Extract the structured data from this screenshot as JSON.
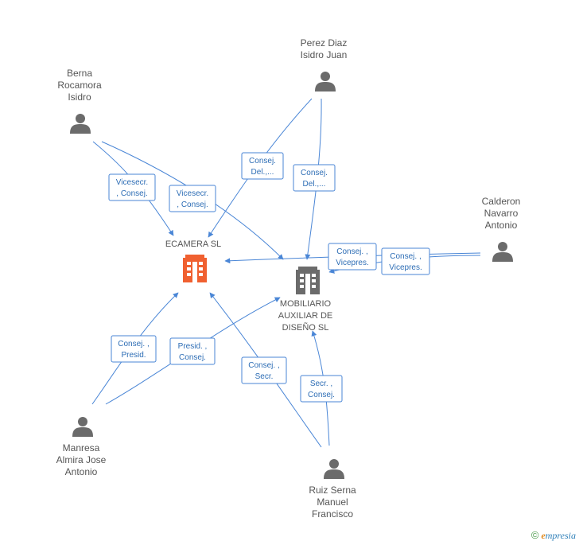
{
  "colors": {
    "edge": "#4a86d6",
    "person_icon": "#6b6b6b",
    "company_main": "#f06030",
    "company_other": "#6b6b6b",
    "label": "#555555"
  },
  "persons": [
    {
      "id": "berna",
      "lines": [
        "Berna",
        "Rocamora",
        "Isidro"
      ],
      "icon": "person-icon"
    },
    {
      "id": "perez",
      "lines": [
        "Perez Diaz",
        "Isidro Juan"
      ],
      "icon": "person-icon"
    },
    {
      "id": "calderon",
      "lines": [
        "Calderon",
        "Navarro",
        "Antonio"
      ],
      "icon": "person-icon"
    },
    {
      "id": "manresa",
      "lines": [
        "Manresa",
        "Almira Jose",
        "Antonio"
      ],
      "icon": "person-icon"
    },
    {
      "id": "ruiz",
      "lines": [
        "Ruiz Serna",
        "Manuel",
        "Francisco"
      ],
      "icon": "person-icon"
    }
  ],
  "companies": [
    {
      "id": "ecamera",
      "lines": [
        "ECAMERA SL"
      ],
      "icon": "building-icon",
      "highlight": true
    },
    {
      "id": "mobiliario",
      "lines": [
        "MOBILIARIO",
        "AUXILIAR DE",
        "DISEÑO SL"
      ],
      "icon": "building-icon",
      "highlight": false
    }
  ],
  "roles": [
    {
      "id": "r1",
      "lines": [
        "Vicesecr.",
        ", Consej."
      ]
    },
    {
      "id": "r2",
      "lines": [
        "Vicesecr.",
        ", Consej."
      ]
    },
    {
      "id": "r3",
      "lines": [
        "Consej.",
        "Del.,..."
      ]
    },
    {
      "id": "r4",
      "lines": [
        "Consej.",
        "Del.,..."
      ]
    },
    {
      "id": "r5",
      "lines": [
        "Consej. ,",
        "Vicepres."
      ]
    },
    {
      "id": "r6",
      "lines": [
        "Consej. ,",
        "Vicepres."
      ]
    },
    {
      "id": "r7",
      "lines": [
        "Consej. ,",
        "Presid."
      ]
    },
    {
      "id": "r8",
      "lines": [
        "Presid. ,",
        "Consej."
      ]
    },
    {
      "id": "r9",
      "lines": [
        "Consej. ,",
        "Secr."
      ]
    },
    {
      "id": "r10",
      "lines": [
        "Secr. ,",
        "Consej."
      ]
    }
  ],
  "footer": {
    "copyright": "©",
    "brand_initial": "e",
    "brand_rest": "mpresia"
  }
}
